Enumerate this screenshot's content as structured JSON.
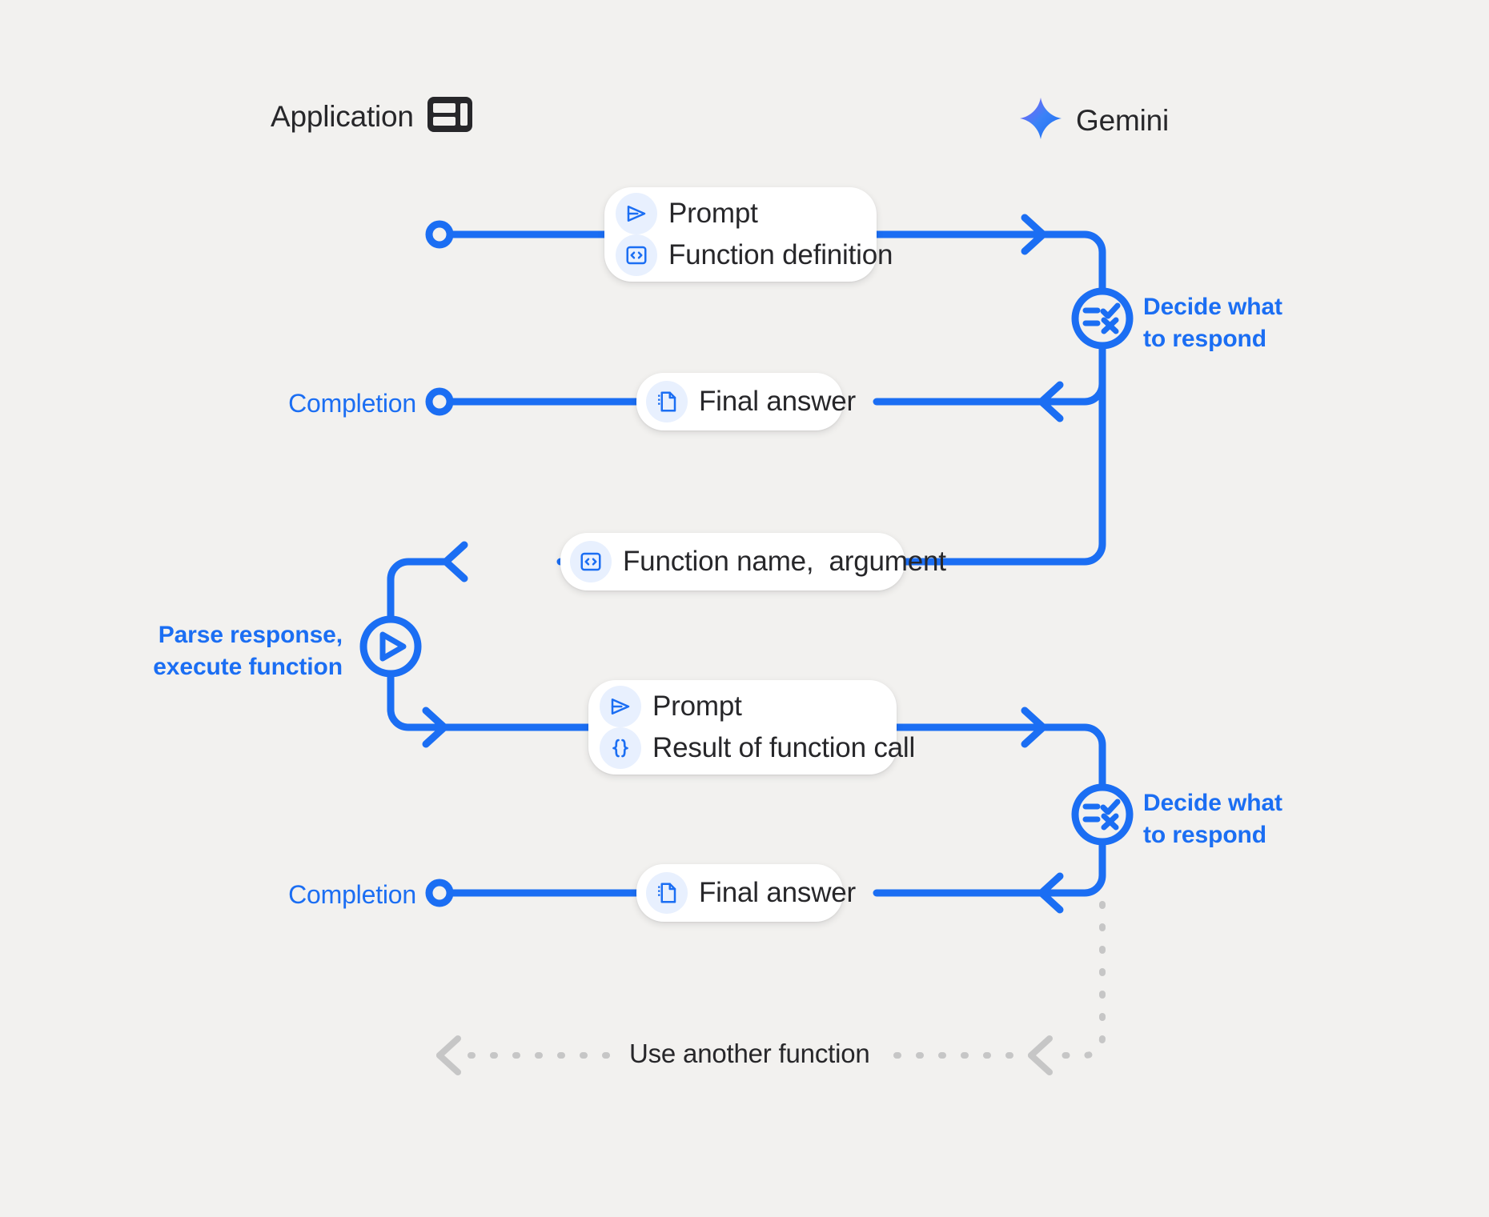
{
  "diagram": {
    "title": "Gemini function calling sequence",
    "background_color": "#f2f1ef",
    "accent_color": "#1b6ef3",
    "chip_color": "#e8f0fe",
    "lifeline_color": "#c6c6c6",
    "text_color": "#27272a"
  },
  "actors": {
    "application": {
      "label": "Application",
      "icon": "dashboard-icon"
    },
    "gemini": {
      "label": "Gemini",
      "icon": "gemini-sparkle-icon"
    }
  },
  "messages": {
    "request_one": {
      "rows": [
        {
          "icon": "send-icon",
          "label": "Prompt"
        },
        {
          "icon": "code-brackets-icon",
          "label": "Function definition"
        }
      ]
    },
    "final_answer_one": {
      "rows": [
        {
          "icon": "document-icon",
          "label": "Final answer"
        }
      ]
    },
    "function_call": {
      "rows": [
        {
          "icon": "code-brackets-icon",
          "label": "Function name,  argument"
        }
      ]
    },
    "request_two": {
      "rows": [
        {
          "icon": "send-icon",
          "label": "Prompt"
        },
        {
          "icon": "curly-braces-icon",
          "label": "Result of function call"
        }
      ]
    },
    "final_answer_two": {
      "rows": [
        {
          "icon": "document-icon",
          "label": "Final answer"
        }
      ]
    }
  },
  "annotations": {
    "decide_one": {
      "label": "Decide what\nto respond",
      "icon": "checklist-icon"
    },
    "decide_two": {
      "label": "Decide what\nto respond",
      "icon": "checklist-icon"
    },
    "parse_execute": {
      "label": "Parse response,\nexecute function",
      "icon": "play-circle-icon"
    },
    "completion_one": {
      "label": "Completion"
    },
    "completion_two": {
      "label": "Completion"
    },
    "loop": {
      "label": "Use another function"
    }
  }
}
